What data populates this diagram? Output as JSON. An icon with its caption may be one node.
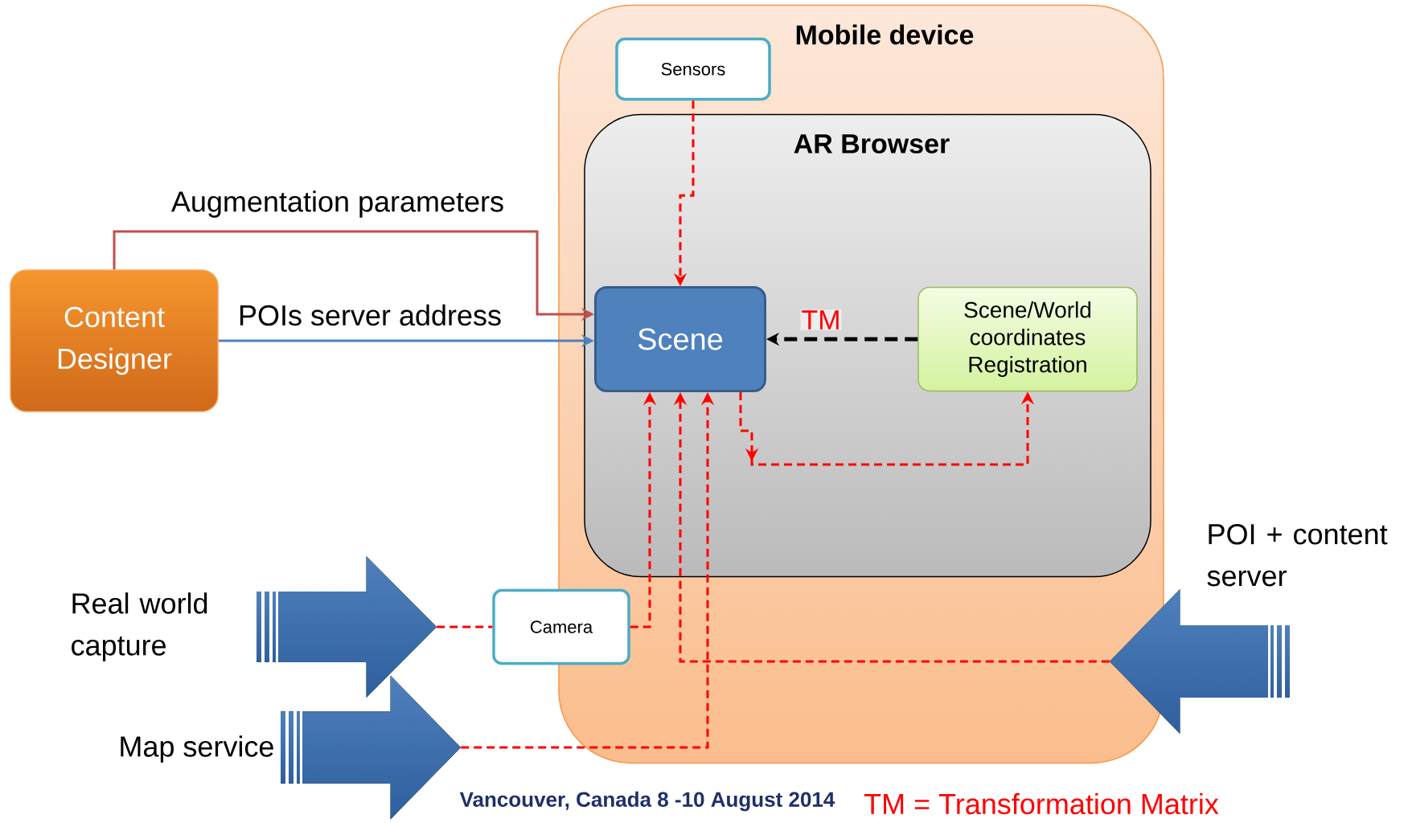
{
  "diagram": {
    "nodes": [
      {
        "text": [
          "Mobile device"
        ]
      },
      {
        "text": [
          "Sensors"
        ],
        "in": 0
      },
      {
        "text": [
          "AR Browser"
        ],
        "in": 0
      },
      {
        "text": [
          "Scene"
        ],
        "in": 2
      },
      {
        "text": [
          "Scene/World coordinates Registration"
        ],
        "in": 2
      },
      {
        "text": [
          "Camera"
        ]
      },
      {
        "text": [
          "Content Designer"
        ]
      },
      {
        "text": [],
        "shape": "arrow",
        "beside": [
          "Real world capture"
        ]
      },
      {
        "text": [],
        "shape": "arrow",
        "beside": [
          "Map service"
        ]
      },
      {
        "text": [],
        "shape": "arrow",
        "beside": [
          "POI + content server"
        ]
      }
    ],
    "edges": [
      {
        "from": 1,
        "to": 3,
        "arrow": "to",
        "style": "dashed"
      },
      {
        "from": 6,
        "to": 3,
        "label": "Augmentation parameters",
        "arrow": "to",
        "color": "#c0504d"
      },
      {
        "from": 6,
        "to": 3,
        "label": "POIs server address",
        "arrow": "to",
        "color": "#4f81bd"
      },
      {
        "from": 4,
        "to": 3,
        "label": "TM",
        "arrow": "to",
        "style": "dashed",
        "color": "#000000"
      },
      {
        "from": 3,
        "to": 4,
        "arrow": "to",
        "style": "dashed"
      },
      {
        "from": 7,
        "to": 5,
        "arrow": "none",
        "style": "dashed"
      },
      {
        "from": 5,
        "to": 3,
        "arrow": "to",
        "style": "dashed"
      },
      {
        "from": 9,
        "to": 3,
        "arrow": "to",
        "style": "dashed"
      },
      {
        "from": 8,
        "to": 3,
        "arrow": "to",
        "style": "dashed"
      }
    ],
    "labels": [
      "Vancouver, Canada 8 -10 August 2014",
      "TM = Transformation Matrix"
    ]
  }
}
